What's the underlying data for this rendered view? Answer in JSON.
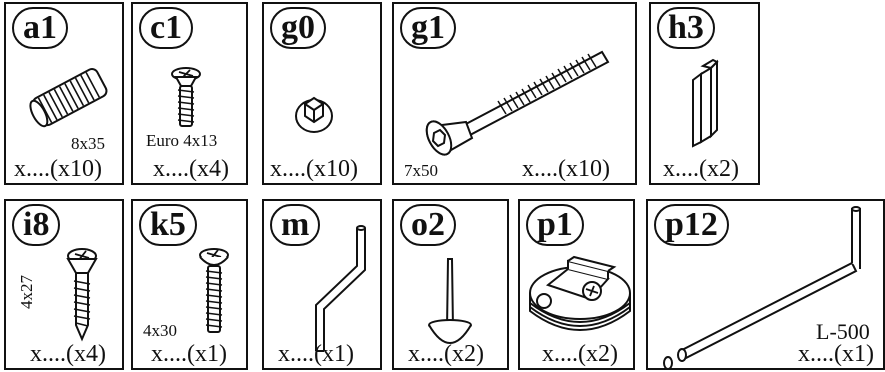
{
  "parts": [
    {
      "code": "a1",
      "size": "8x35",
      "qty": "x....(x10)",
      "icon": "wooden-dowel"
    },
    {
      "code": "c1",
      "size": "Euro 4x13",
      "qty": "x....(x4)",
      "icon": "euro-screw"
    },
    {
      "code": "g0",
      "size": "",
      "qty": "x....(x10)",
      "icon": "cam-bolt-head"
    },
    {
      "code": "g1",
      "size": "7x50",
      "qty": "x....(x10)",
      "icon": "connector-bolt"
    },
    {
      "code": "h3",
      "size": "",
      "qty": "x....(x2)",
      "icon": "corner-key"
    },
    {
      "code": "i8",
      "size": "4x27",
      "qty": "x....(x4)",
      "icon": "wood-screw"
    },
    {
      "code": "k5",
      "size": "4x30",
      "qty": "x....(x1)",
      "icon": "machine-screw"
    },
    {
      "code": "m",
      "size": "",
      "qty": "x....(x1)",
      "icon": "hex-key"
    },
    {
      "code": "o2",
      "size": "",
      "qty": "x....(x2)",
      "icon": "nail-glide"
    },
    {
      "code": "p1",
      "size": "",
      "qty": "x....(x2)",
      "icon": "cam-lock"
    },
    {
      "code": "p12",
      "size": "L-500",
      "qty": "x....(x1)",
      "icon": "hanging-rod"
    }
  ]
}
